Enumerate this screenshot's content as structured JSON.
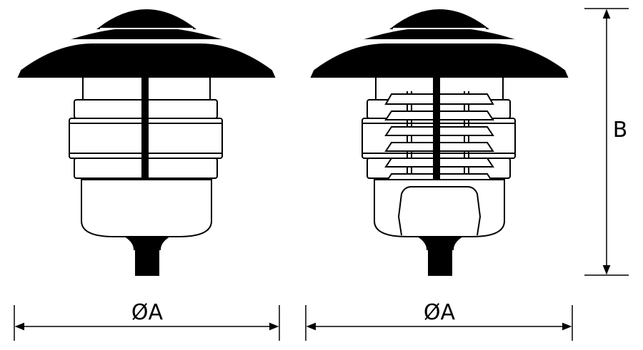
{
  "colors": {
    "ink": "#000000",
    "paper": "#ffffff"
  },
  "dimensions": {
    "width_label_left": "ØA",
    "width_label_right": "ØA",
    "height_label": "B"
  }
}
